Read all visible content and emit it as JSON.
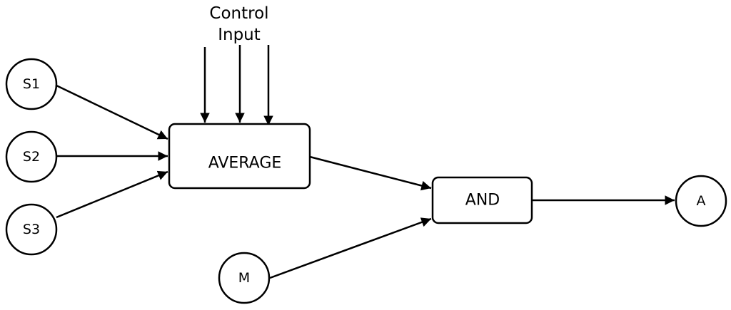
{
  "diagram": {
    "control_input": [
      "Control",
      "Input"
    ],
    "nodes": {
      "s1": "S1",
      "s2": "S2",
      "s3": "S3",
      "m": "M",
      "average": "AVERAGE",
      "and": "AND",
      "a": "A"
    },
    "edges": [
      {
        "from": "S1",
        "to": "AVERAGE"
      },
      {
        "from": "S2",
        "to": "AVERAGE"
      },
      {
        "from": "S3",
        "to": "AVERAGE"
      },
      {
        "from": "Control Input",
        "to": "AVERAGE"
      },
      {
        "from": "Control Input",
        "to": "AVERAGE"
      },
      {
        "from": "Control Input",
        "to": "AVERAGE"
      },
      {
        "from": "AVERAGE",
        "to": "AND"
      },
      {
        "from": "M",
        "to": "AND"
      },
      {
        "from": "AND",
        "to": "A"
      }
    ]
  },
  "colors": {
    "stroke": "#000000",
    "background": "#ffffff"
  }
}
